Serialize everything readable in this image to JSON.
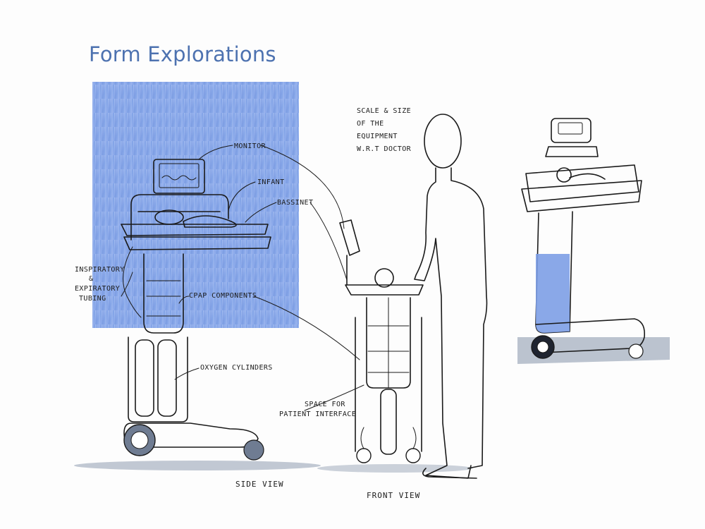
{
  "title": "Form Explorations",
  "labels": {
    "monitor": "MONITOR",
    "infant": "INFANT",
    "bassinet": "BASSINET",
    "tubing_1": "INSPIRATORY",
    "tubing_2": "&",
    "tubing_3": "EXPIRATORY",
    "tubing_4": "TUBING",
    "cpap": "CPAP COMPONENTS",
    "oxygen": "OXYGEN CYLINDERS",
    "space_1": "SPACE FOR",
    "space_2": "PATIENT INTERFACE",
    "scale_1": "SCALE & SIZE",
    "scale_2": "OF THE",
    "scale_3": "EQUIPMENT",
    "scale_4": "W.R.T DOCTOR"
  },
  "captions": {
    "side_view": "SIDE VIEW",
    "front_view": "FRONT VIEW"
  },
  "colors": {
    "title": "#4d72b0",
    "marker_blue": "#7d9fe6",
    "shadow_grey": "#8f9cb0",
    "ink": "#1a1a1a"
  }
}
